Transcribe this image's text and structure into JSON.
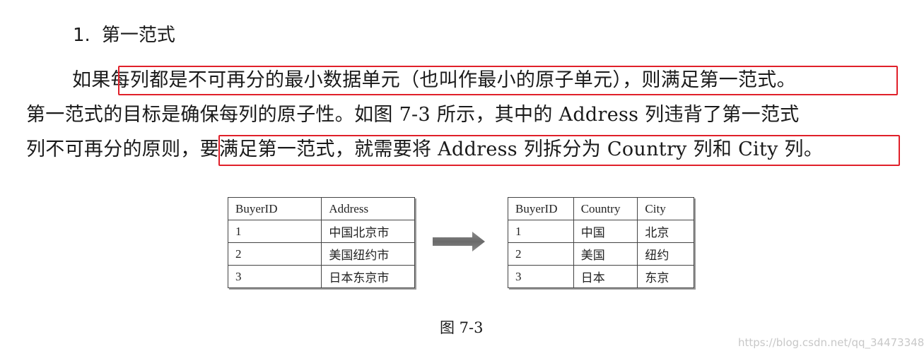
{
  "heading": {
    "number": "1.",
    "title": "第一范式"
  },
  "paragraph": {
    "line1_prefix": "如果",
    "line1_boxed": "每列都是不可再分的最小数据单元（也叫作最小的原子单元），则满足第一范式",
    "line1_suffix": "。",
    "line2": "第一范式的目标是确保每列的原子性。如图 7-3 所示，其中的 Address 列违背了第一范式",
    "line3_prefix": "列不可再分的原则，",
    "line3_boxed": "要满足第一范式，就需要将 Address 列拆分为 Country 列和 City 列",
    "line3_suffix": "。"
  },
  "table_left": {
    "headers": [
      "BuyerID",
      "Address"
    ],
    "rows": [
      [
        "1",
        "中国北京市"
      ],
      [
        "2",
        "美国纽约市"
      ],
      [
        "3",
        "日本东京市"
      ]
    ]
  },
  "table_right": {
    "headers": [
      "BuyerID",
      "Country",
      "City"
    ],
    "rows": [
      [
        "1",
        "中国",
        "北京"
      ],
      [
        "2",
        "美国",
        "纽约"
      ],
      [
        "3",
        "日本",
        "东京"
      ]
    ]
  },
  "arrow_icon": "right-arrow-icon",
  "highlight_color": "#e0202a",
  "caption": "图 7-3",
  "watermark": "https://blog.csdn.net/qq_34473348"
}
